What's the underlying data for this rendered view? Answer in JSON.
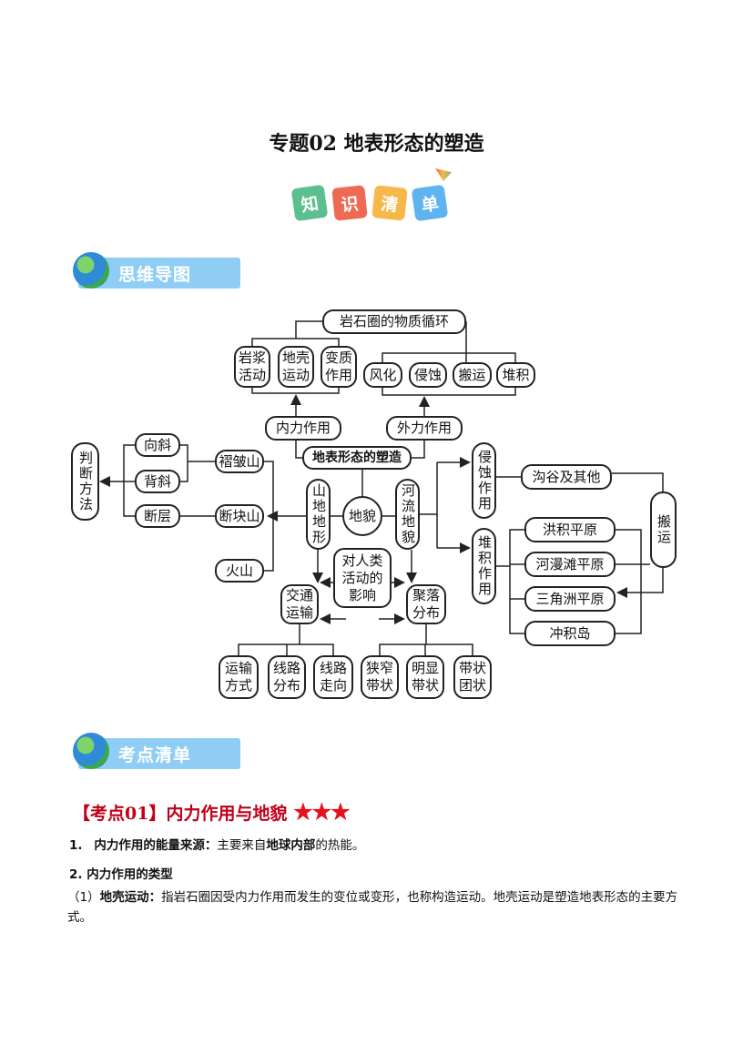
{
  "title": "专题02  地表形态的塑造",
  "badge": [
    "知",
    "识",
    "清",
    "单"
  ],
  "banners": {
    "mindmap": "思维导图",
    "checklist": "考点清单"
  },
  "diagram": {
    "nodes": {
      "lithosphere_cycle": "岩石圈的物质循环",
      "magma": "岩浆活动",
      "crust_movement": "地壳运动",
      "metamorphism": "变质作用",
      "weathering": "风化",
      "erosion": "侵蚀",
      "transport": "搬运",
      "deposition": "堆积",
      "internal_force": "内力作用",
      "external_force": "外力作用",
      "center": "地表形态的塑造",
      "judge_method": "判断方法",
      "syncline": "向斜",
      "anticline": "背斜",
      "fault": "断层",
      "fold_mountain": "褶皱山",
      "fault_block_mountain": "断块山",
      "volcano": "火山",
      "mountain_terrain": "山地地形",
      "landform": "地貌",
      "river_landform": "河流地貌",
      "human_impact": "对人类活动的影响",
      "traffic": "交通运输",
      "settlement": "聚落分布",
      "transport_mode": "运输方式",
      "route_distribution": "线路分布",
      "route_direction": "线路走向",
      "narrow_belt": "狭窄带状",
      "obvious_belt": "明显带状",
      "belt_cluster": "带状团状",
      "erosion_action": "侵蚀作用",
      "deposition_action": "堆积作用",
      "valley_other": "沟谷及其他",
      "transport_right": "搬运",
      "alluvial_fan_plain": "洪积平原",
      "floodplain": "河漫滩平原",
      "delta_plain": "三角洲平原",
      "alluvial_island": "冲积岛"
    }
  },
  "section": {
    "title": "【考点01】内力作用与地貌",
    "stars": "★★★",
    "p1_num": "1.",
    "p1_bold": "内力作用的能量来源：",
    "p1_text_a": "主要来自",
    "p1_bold2": "地球内部",
    "p1_text_b": "的热能。",
    "p2": "2.  内力作用的类型",
    "p3_prefix": "（1）",
    "p3_bold": "地壳运动：",
    "p3_text": "指岩石圈因受内力作用而发生的变位或变形，也称构造运动。地壳运动是塑造地表形态的主要方式。"
  }
}
